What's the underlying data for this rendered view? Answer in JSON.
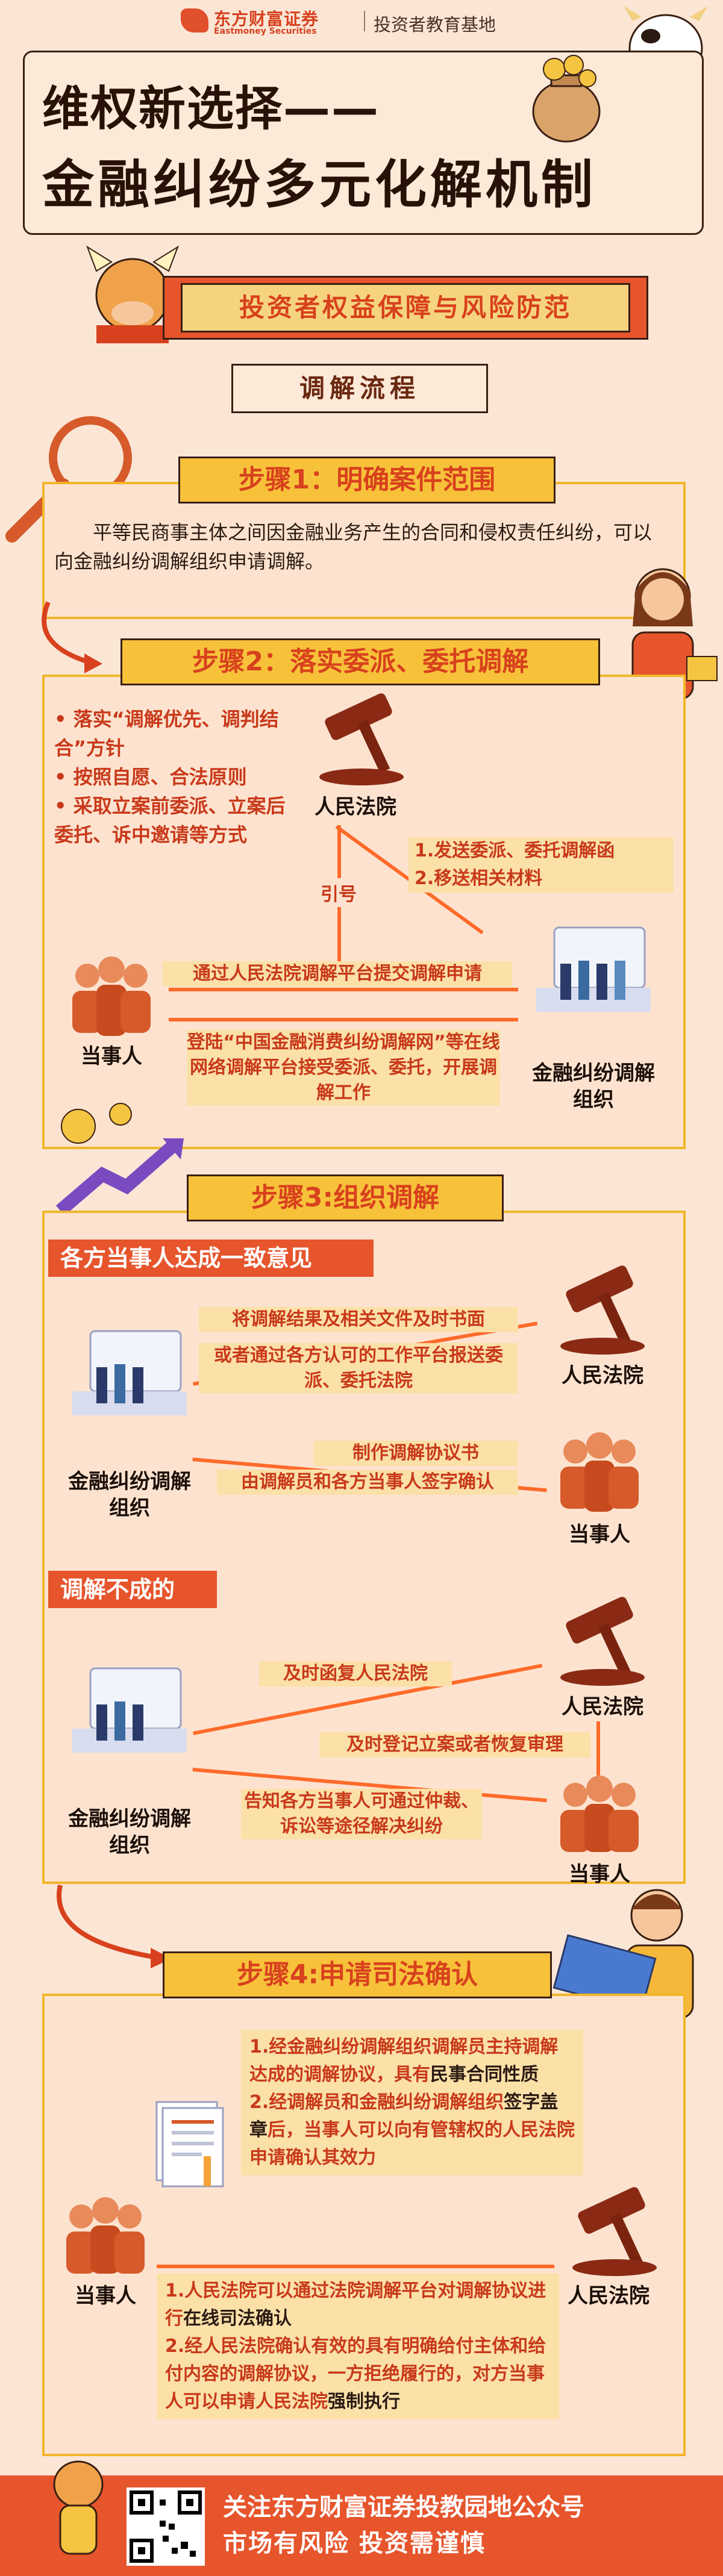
{
  "header": {
    "brand_cn": "东方财富证券",
    "brand_en": "Eastmoney Securities",
    "divider_text": "投资者教育基地"
  },
  "title": {
    "line1": "维权新选择——",
    "line2": "金融纠纷多元化解机制"
  },
  "banner": "投资者权益保障与风险防范",
  "flow_label": "调解流程",
  "step1": {
    "tag": "步骤1：明确案件范围",
    "text": "平等民商事主体之间因金融业务产生的合同和侵权责任纠纷，可以向金融纠纷调解组织申请调解。"
  },
  "step2": {
    "tag": "步骤2：落实委派、委托调解",
    "bullets": [
      "落实“调解优先、调判结合”方针",
      "按照自愿、合法原则",
      "采取立案前委派、立案后委托、诉中邀请等方式"
    ],
    "court": "人民法院",
    "guide": "引号",
    "send": "1.发送委派、委托调解函",
    "transfer": "2.移送相关材料",
    "party": "当事人",
    "org": "金融纠纷调解组织",
    "submit": "通过人民法院调解平台提交调解申请",
    "login": "登陆“中国金融消费纠纷调解网”等在线网络调解平台接受委派、委托，开展调解工作"
  },
  "step3": {
    "tag": "步骤3:组织调解",
    "agree": "各方当事人达成一致意见",
    "a1": "将调解结果及相关文件及时书面",
    "a2": "或者通过各方认可的工作平台报送委派、委托法院",
    "court": "人民法院",
    "party": "当事人",
    "org": "金融纠纷调解组织",
    "a3": "制作调解协议书",
    "a4": "由调解员和各方当事人签字确认",
    "fail": "调解不成的",
    "f1": "及时函复人民法院",
    "f2": "及时登记立案或者恢复审理",
    "f3": "告知各方当事人可通过仲裁、诉讼等途径解决纠纷"
  },
  "step4": {
    "tag": "步骤4:申请司法确认",
    "n1a": "1.经金融纠纷调解组织调解员主持调解达成的调解协议，具有",
    "n1b": "民事合同性质",
    "n2a": "2.经调解员和金融纠纷调解组织",
    "n2b": "签字盖章",
    "n2c": "后，当事人可以向有管辖权的人民法院申请确认其效力",
    "party": "当事人",
    "court": "人民法院",
    "m1a": "1.人民法院可以通过法院调解平台对调解协议进行",
    "m1b": "在线司法确认",
    "m2a": "2.经人民法院确认有效的具有明确给付主体和给付内容的调解协议，一方拒绝履行的，对方当事人可以申请人民法院",
    "m2b": "强制执行"
  },
  "footer": {
    "line1": "关注东方财富证券投教园地公众号",
    "line2": "市场有风险 投资需谨慎"
  }
}
